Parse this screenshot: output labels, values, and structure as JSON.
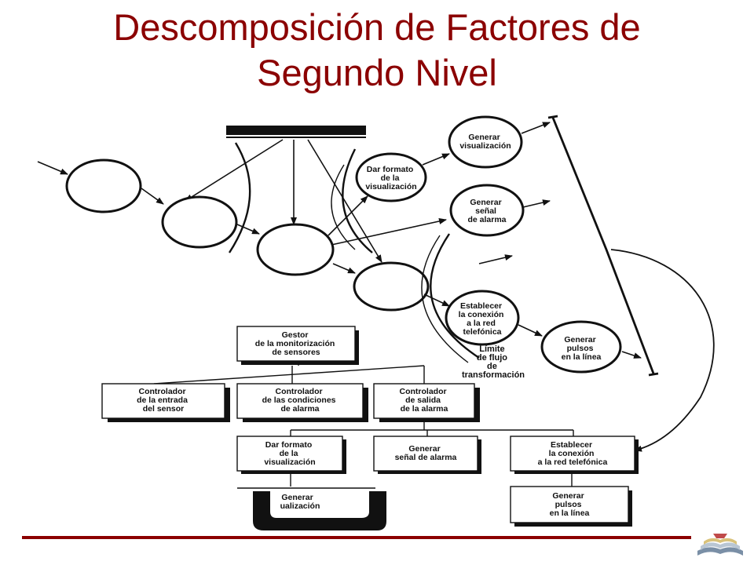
{
  "slide": {
    "title_line1": "Descomposición de Factores de",
    "title_line2": "Segundo Nivel"
  },
  "flow": {
    "dar_formato": [
      "Dar formato",
      "de la",
      "visualización"
    ],
    "generar_visualizacion": [
      "Generar",
      "visualización"
    ],
    "generar_senal": [
      "Generar",
      "señal",
      "de alarma"
    ],
    "establecer": [
      "Establecer",
      "la conexión",
      "a la red",
      "telefónica"
    ],
    "generar_pulsos": [
      "Generar",
      "pulsos",
      "en la línea"
    ],
    "limite": [
      "Límite",
      "de flujo",
      "de",
      "transformación"
    ]
  },
  "hierarchy": {
    "gestor": [
      "Gestor",
      "de la monitorización",
      "de sensores"
    ],
    "ctrl_entrada": [
      "Controlador",
      "de la entrada",
      "del sensor"
    ],
    "ctrl_condiciones": [
      "Controlador",
      "de las condiciones",
      "de alarma"
    ],
    "ctrl_salida": [
      "Controlador",
      "de salida",
      "de la alarma"
    ],
    "dar_formato": [
      "Dar formato",
      "de la",
      "visualización"
    ],
    "generar_senal": [
      "Generar",
      "señal de alarma"
    ],
    "establecer": [
      "Establecer",
      "la conexión",
      "a la red telefónica"
    ],
    "generar_visualizacion": [
      "Generar",
      "ualización"
    ],
    "generar_pulsos": [
      "Generar",
      "pulsos",
      "en la línea"
    ]
  },
  "colors": {
    "title": "#8b0000",
    "rule": "#8b0000",
    "ink": "#111111"
  }
}
